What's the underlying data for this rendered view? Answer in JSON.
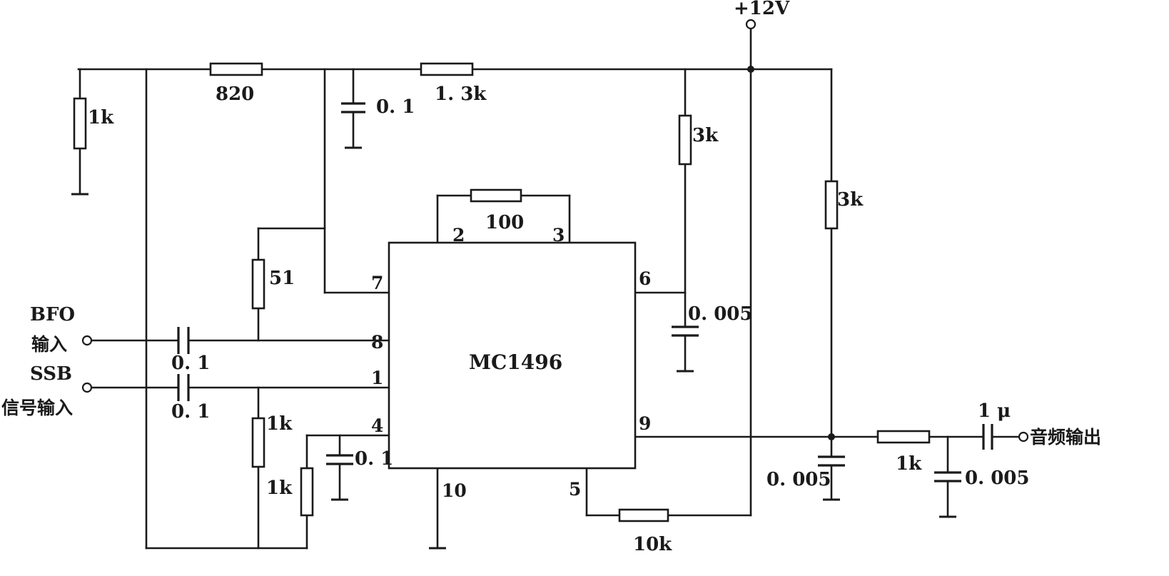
{
  "supply": {
    "label": "+12V"
  },
  "ic": {
    "name": "MC1496",
    "pins": {
      "p1": "1",
      "p2": "2",
      "p3": "3",
      "p4": "4",
      "p5": "5",
      "p6": "6",
      "p7": "7",
      "p8": "8",
      "p9": "9",
      "p10": "10"
    }
  },
  "inputs": {
    "bfo_line1": "BFO",
    "bfo_line2": "输入",
    "ssb_line1": "SSB",
    "ssb_line2": "信号输入"
  },
  "output": {
    "label": "音频输出"
  },
  "components": {
    "r_top_left": "1k",
    "r_820": "820",
    "c_top": "0. 1",
    "r_1_3k": "1. 3k",
    "r_3k_pin6": "3k",
    "r_3k_pin9": "3k",
    "r_100": "100",
    "r_51": "51",
    "c_bfo": "0. 1",
    "c_ssb": "0. 1",
    "r_1k_upper": "1k",
    "r_1k_lower": "1k",
    "c_pin4": "0. 1",
    "c_pin6": "0. 005",
    "c_pin9": "0. 005",
    "r_out_1k": "1k",
    "c_out_shunt": "0. 005",
    "c_out_series": "1 μ",
    "r_10k": "10k"
  }
}
